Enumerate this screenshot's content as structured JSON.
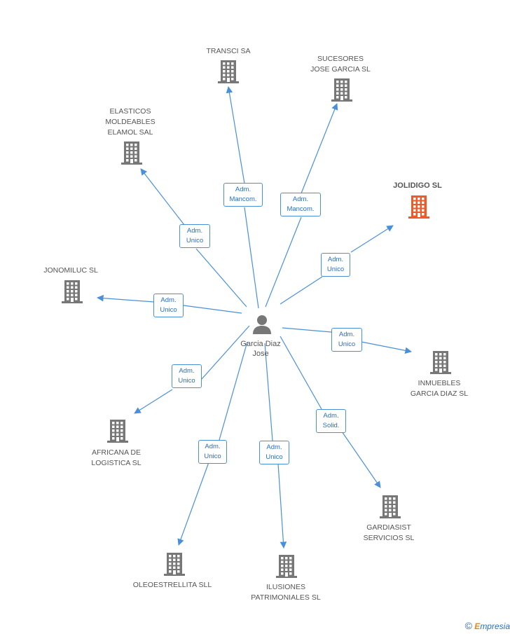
{
  "center": {
    "name": "Garcia Diaz\nJose"
  },
  "colors": {
    "edge": "#4a90d9",
    "building": "#777777",
    "highlight": "#f05a28"
  },
  "companies": [
    {
      "name": "TRANSCI SA",
      "relation": "Adm.\nMancom.",
      "highlighted": false
    },
    {
      "name": "SUCESORES\nJOSE GARCIA SL",
      "relation": "Adm.\nMancom.",
      "highlighted": false
    },
    {
      "name": "ELASTICOS\nMOLDEABLES\nELAMOL SAL",
      "relation": "Adm.\nUnico",
      "highlighted": false
    },
    {
      "name": "JOLIDIGO SL",
      "relation": "Adm.\nUnico",
      "highlighted": true
    },
    {
      "name": "JONOMILUC  SL",
      "relation": "Adm.\nUnico",
      "highlighted": false
    },
    {
      "name": "INMUEBLES\nGARCIA DIAZ SL",
      "relation": "Adm.\nUnico",
      "highlighted": false
    },
    {
      "name": "AFRICANA DE\nLOGISTICA SL",
      "relation": "Adm.\nUnico",
      "highlighted": false
    },
    {
      "name": "GARDIASIST\nSERVICIOS SL",
      "relation": "Adm.\nSolid.",
      "highlighted": false
    },
    {
      "name": "OLEOESTRELLITA SLL",
      "relation": "Adm.\nUnico",
      "highlighted": false
    },
    {
      "name": "ILUSIONES\nPATRIMONIALES SL",
      "relation": "Adm.\nUnico",
      "highlighted": false
    }
  ],
  "footer": {
    "copyright": "©",
    "brand_e": "E",
    "brand_rest": "mpresia"
  }
}
